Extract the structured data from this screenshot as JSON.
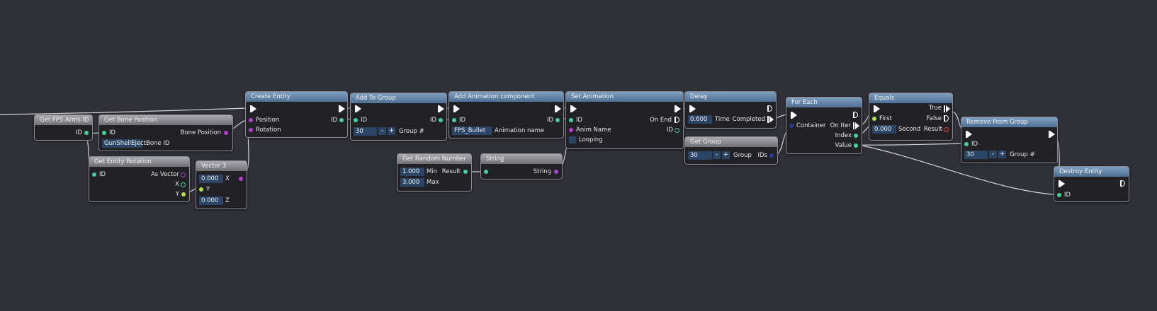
{
  "colors": {
    "background": "#2f3038",
    "node_body": "#222226",
    "header_blue": "#5b7ba0",
    "header_gray": "#8c8c92",
    "pin_id": "#3fd49a",
    "pin_vector": "#b03fd0",
    "pin_float": "#b6e34a",
    "pin_container": "#2a3b9a",
    "field": "#2b4566",
    "wire": "#e6e6e6"
  },
  "nodes": {
    "get_fps_arms_id": {
      "title": "Get FPS Arms ID",
      "out_id": "ID"
    },
    "get_bone_position": {
      "title": "Get Bone Position",
      "in_id": "ID",
      "bone_id_value": "GunShellEject",
      "bone_id_label": "Bone ID",
      "out_position": "Bone Position"
    },
    "get_entity_rotation": {
      "title": "Get Entity Rotation",
      "in_id": "ID",
      "out_as_vector": "As Vector",
      "out_x": "X",
      "out_y": "Y"
    },
    "vector3": {
      "title": "Vector 3",
      "x_value": "0.000",
      "x_label": "X",
      "y_label": "Y",
      "z_value": "0.000",
      "z_label": "Z"
    },
    "create_entity": {
      "title": "Create Entity",
      "in_position": "Position",
      "in_rotation": "Rotation",
      "out_id": "ID"
    },
    "add_to_group": {
      "title": "Add To Group",
      "in_id": "ID",
      "out_id": "ID",
      "group_value": "30",
      "minus": "-",
      "plus": "+",
      "group_label": "Group #"
    },
    "add_animation_component": {
      "title": "Add Animation component",
      "in_id": "ID",
      "out_id": "ID",
      "anim_value": "FPS_Bullet",
      "anim_label": "Animation name"
    },
    "set_animation": {
      "title": "Set Animation",
      "in_id": "ID",
      "on_end": "On End",
      "in_anim_name": "Anim Name",
      "out_id": "ID",
      "looping": "Looping"
    },
    "get_random_number": {
      "title": "Get Random Number",
      "min_value": "1.000",
      "min_label": "Min",
      "max_value": "3.000",
      "max_label": "Max",
      "out_result": "Result"
    },
    "string": {
      "title": "String",
      "out_string": "String"
    },
    "delay": {
      "title": "Delay",
      "time_value": "0.600",
      "time_label": "Time",
      "completed": "Completed"
    },
    "get_group": {
      "title": "Get Group",
      "group_value": "30",
      "minus": "-",
      "plus": "+",
      "group_label": "Group",
      "out_ids": "IDs"
    },
    "for_each": {
      "title": "For Each",
      "container": "Container",
      "on_iter": "On Iter",
      "index": "Index",
      "value": "Value"
    },
    "equals": {
      "title": "Equals",
      "true": "True",
      "false": "False",
      "first": "First",
      "second_value": "0.000",
      "second_label": "Second",
      "result": "Result"
    },
    "remove_from_group": {
      "title": "Remove From Group",
      "in_id": "ID",
      "group_value": "30",
      "minus": "-",
      "plus": "+",
      "group_label": "Group #"
    },
    "destroy_entity": {
      "title": "Destroy Entity",
      "in_id": "ID"
    }
  }
}
